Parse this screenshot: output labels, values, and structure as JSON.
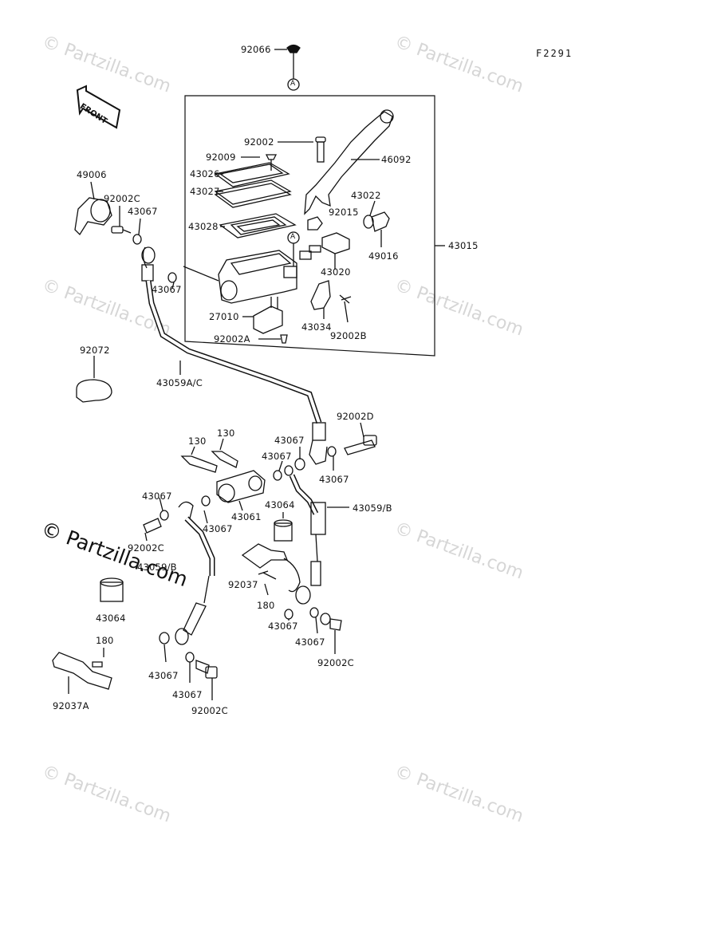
{
  "figure_code": "F2291",
  "front_label": "FRONT",
  "callout_letter": "A",
  "watermark": "© Partzilla.com",
  "watermark_bold": "© Partzilla.com",
  "labels": {
    "p92066": "92066",
    "p92002": "92002",
    "p46092": "46092",
    "p92009": "92009",
    "p43026": "43026",
    "p43027": "43027",
    "p43028": "43028",
    "p49006": "49006",
    "p92002c_a": "92002C",
    "p43067_a": "43067",
    "p43067_b": "43067",
    "p43022": "43022",
    "p92015": "92015",
    "p49016": "49016",
    "p43015": "43015",
    "p43020": "43020",
    "p27010": "27010",
    "p43034": "43034",
    "p92002b": "92002B",
    "p92002a": "92002A",
    "p92072": "92072",
    "p43059ac": "43059A/C",
    "p92002d": "92002D",
    "p130_a": "130",
    "p130_b": "130",
    "p43067_c": "43067",
    "p43067_d": "43067",
    "p43067_e": "43067",
    "p43067_f": "43067",
    "p43067_g": "43067",
    "p43064_a": "43064",
    "p43061": "43061",
    "p43059b_r": "43059/B",
    "p92002c_b": "92002C",
    "p43059b_l": "43059/B",
    "p92037": "92037",
    "p180_a": "180",
    "p43067_h": "43067",
    "p43067_i": "43067",
    "p92002c_c": "92002C",
    "p43064_b": "43064",
    "p180_b": "180",
    "p92037a": "92037A",
    "p43067_j": "43067",
    "p43067_k": "43067",
    "p92002c_d": "92002C"
  }
}
